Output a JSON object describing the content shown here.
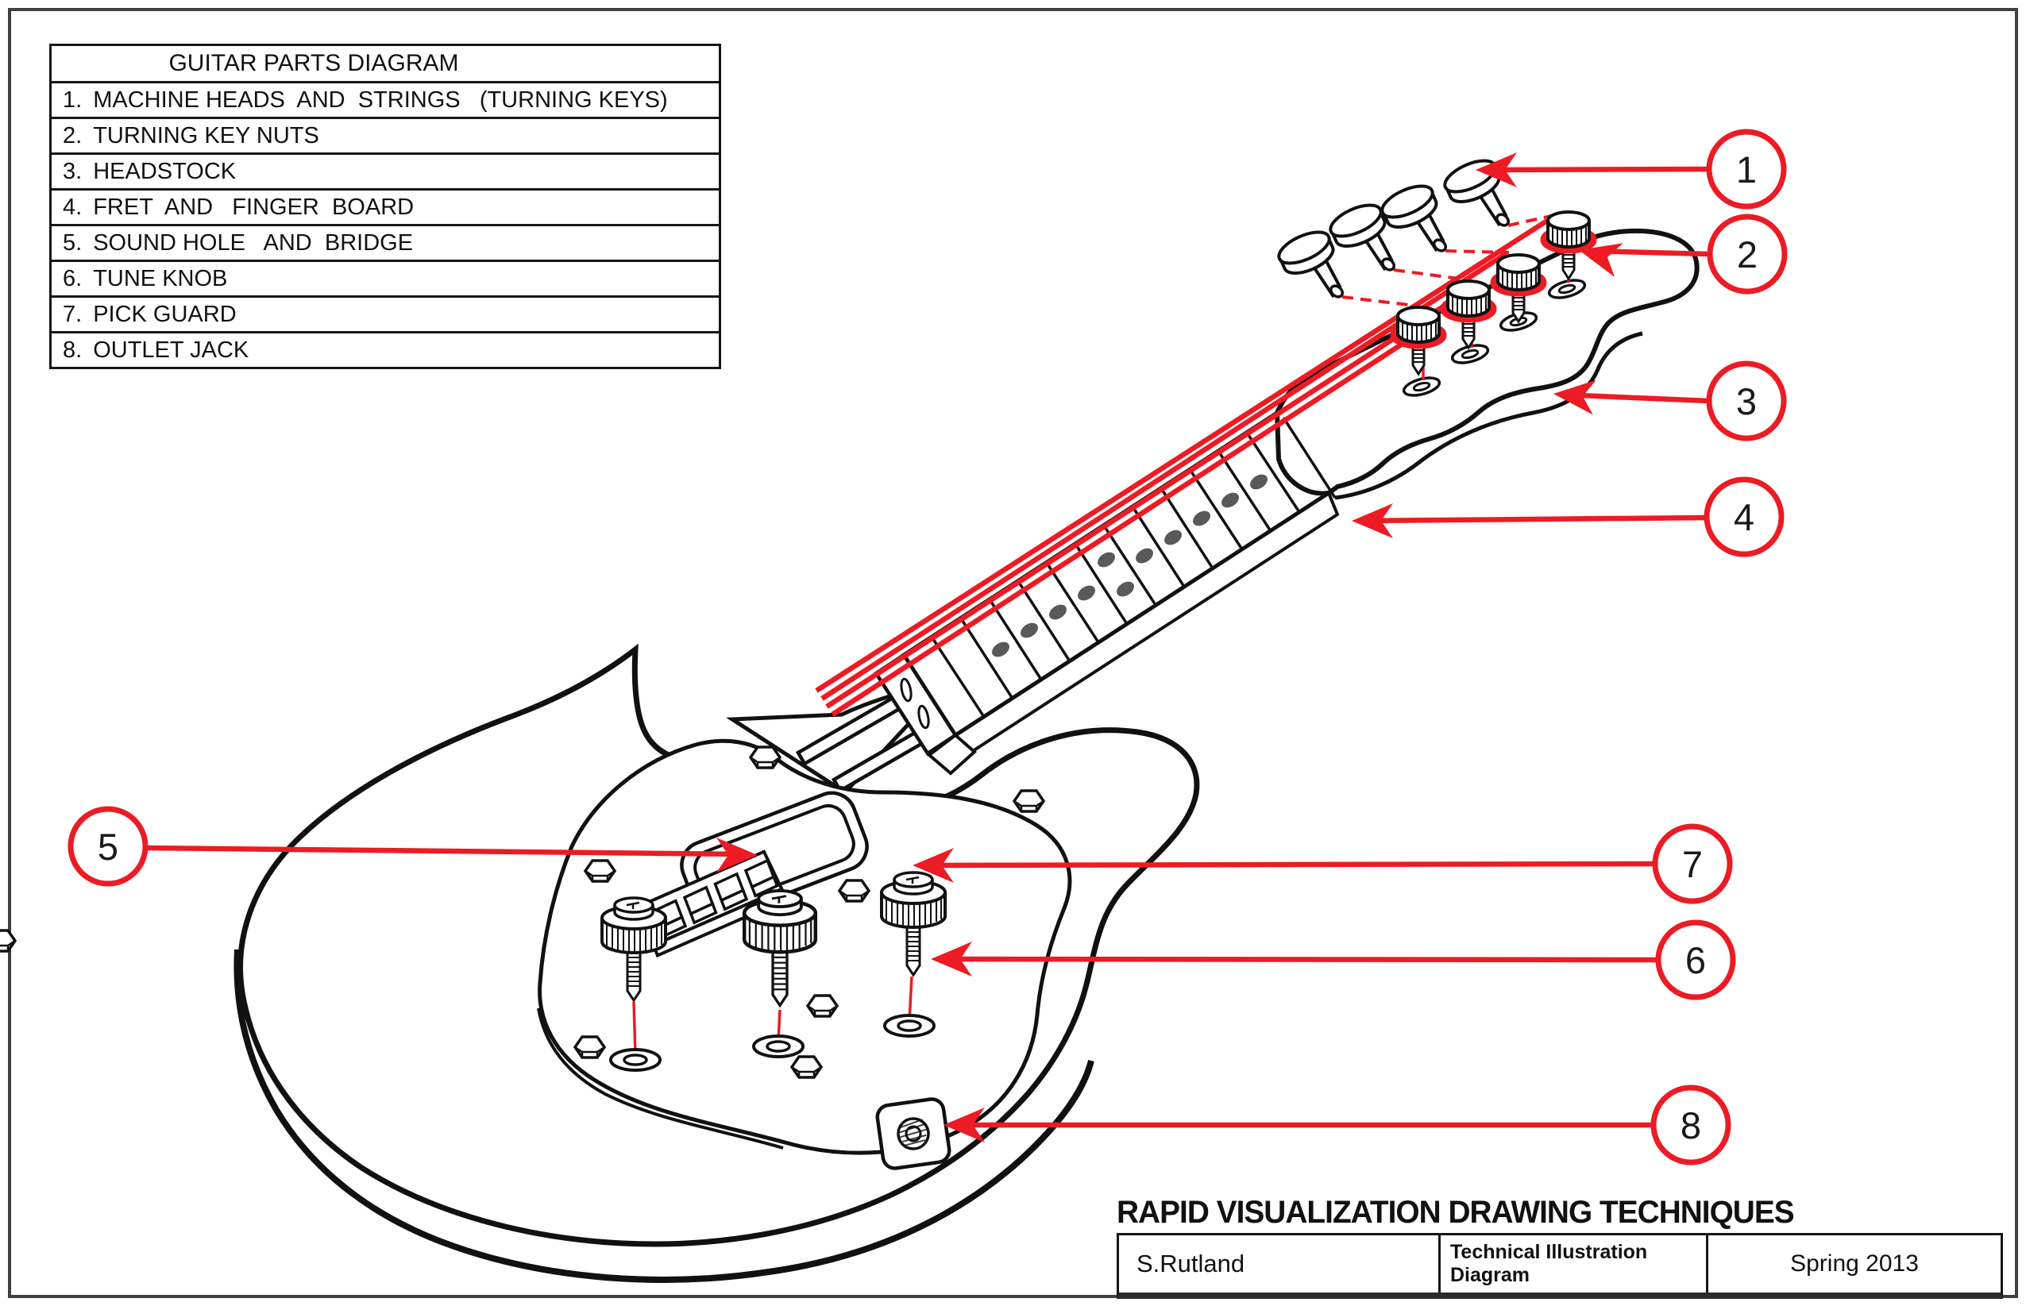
{
  "colors": {
    "accent_red": "#EC1B24",
    "line_black": "#111111",
    "dot_gray": "#595959",
    "frame_gray": "#3f3f3f"
  },
  "parts_table": {
    "title": "GUITAR PARTS DIAGRAM",
    "items": [
      {
        "num": "1.",
        "label": "MACHINE HEADS  AND  STRINGS   (TURNING KEYS)"
      },
      {
        "num": "2.",
        "label": "TURNING KEY NUTS"
      },
      {
        "num": "3.",
        "label": "HEADSTOCK"
      },
      {
        "num": "4.",
        "label": "FRET  AND   FINGER  BOARD"
      },
      {
        "num": "5.",
        "label": "SOUND HOLE   AND  BRIDGE"
      },
      {
        "num": "6.",
        "label": "TUNE KNOB"
      },
      {
        "num": "7.",
        "label": "PICK GUARD"
      },
      {
        "num": "8.",
        "label": "OUTLET JACK"
      }
    ]
  },
  "callouts": [
    {
      "number": "1"
    },
    {
      "number": "2"
    },
    {
      "number": "3"
    },
    {
      "number": "4"
    },
    {
      "number": "5"
    },
    {
      "number": "6"
    },
    {
      "number": "7"
    },
    {
      "number": "8"
    }
  ],
  "title_block": {
    "title": "RAPID VISUALIZATION DRAWING TECHNIQUES",
    "author": "S.Rutland",
    "document": "Technical Illustration Diagram",
    "term": "Spring 2013"
  }
}
